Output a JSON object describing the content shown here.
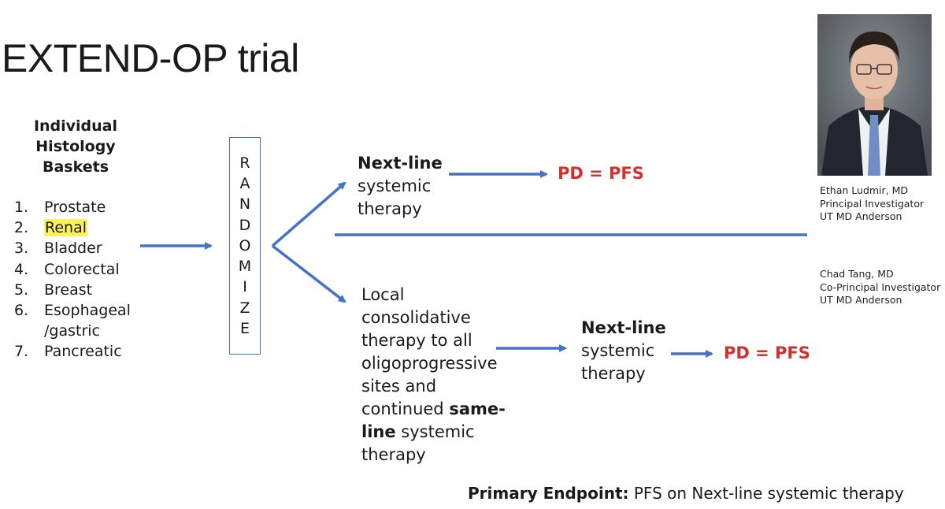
{
  "title": "EXTEND-OP trial",
  "baskets": {
    "heading": [
      "Individual",
      "Histology",
      "Baskets"
    ],
    "items": [
      {
        "num": "1.",
        "name": "Prostate"
      },
      {
        "num": "2.",
        "name": "Renal",
        "highlighted": true
      },
      {
        "num": "3.",
        "name": "Bladder"
      },
      {
        "num": "4.",
        "name": "Colorectal"
      },
      {
        "num": "5.",
        "name": "Breast"
      },
      {
        "num": "6.",
        "name": "Esophageal\n/gastric"
      },
      {
        "num": "7.",
        "name": "Pancreatic"
      }
    ]
  },
  "randomize_letters": [
    "R",
    "A",
    "N",
    "D",
    "O",
    "M",
    "I",
    "Z",
    "E"
  ],
  "upper_arm": {
    "therapy_bold": "Next-line",
    "therapy_rest": [
      "systemic",
      "therapy"
    ],
    "outcome": "PD = PFS"
  },
  "lower_arm": {
    "local_lines": [
      "Local",
      "consolidative",
      "therapy to all",
      "oligoprogressive",
      "sites and"
    ],
    "continued": "continued ",
    "same_bold": "same-",
    "line_bold": "line",
    "line_rest": " systemic",
    "last": "therapy",
    "next_bold": "Next-line",
    "next_rest": [
      "systemic",
      "therapy"
    ],
    "outcome": "PD = PFS"
  },
  "investigators": [
    {
      "lines": [
        "Ethan Ludmir, MD",
        "Principal Investigator",
        "UT MD Anderson"
      ]
    },
    {
      "lines": [
        "Chad Tang, MD",
        "Co-Principal Investigator",
        "UT MD Anderson"
      ]
    }
  ],
  "primary_endpoint": {
    "label": "Primary Endpoint:",
    "text": " PFS on Next-line systemic therapy"
  },
  "colors": {
    "arrow": "#4472c4",
    "outcome": "#d0312d",
    "highlight": "#fbf25a"
  }
}
